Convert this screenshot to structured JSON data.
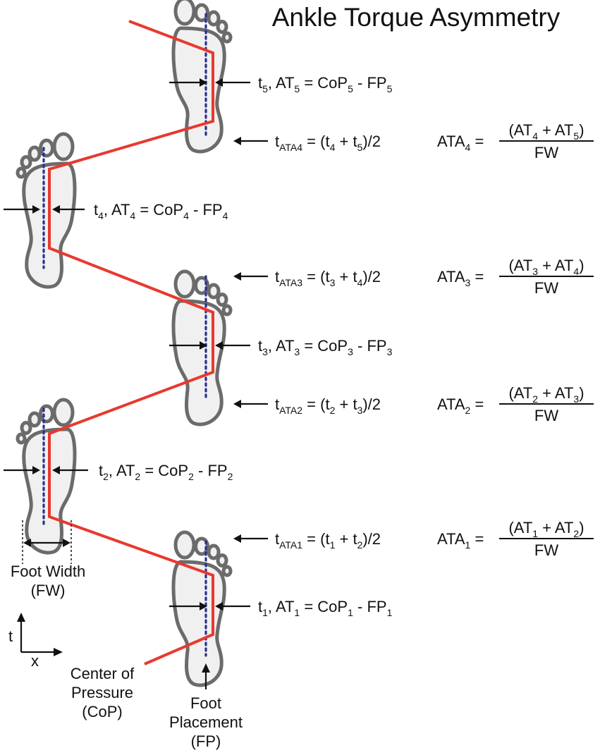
{
  "title": "Ankle Torque Asymmetry",
  "feet": [
    {
      "id": "1",
      "t": "t",
      "AT": "AT",
      "CoP": "CoP",
      "FP": "FP",
      "sub": "1",
      "pre": ", ",
      "eq": " = ",
      "minus": " - "
    },
    {
      "id": "2",
      "t": "t",
      "AT": "AT",
      "CoP": "CoP",
      "FP": "FP",
      "sub": "2",
      "pre": ", ",
      "eq": " = ",
      "minus": " - "
    },
    {
      "id": "3",
      "t": "t",
      "AT": "AT",
      "CoP": "CoP",
      "FP": "FP",
      "sub": "3",
      "pre": ", ",
      "eq": " = ",
      "minus": " - "
    },
    {
      "id": "4",
      "t": "t",
      "AT": "AT",
      "CoP": "CoP",
      "FP": "FP",
      "sub": "4",
      "pre": ", ",
      "eq": " = ",
      "minus": " - "
    },
    {
      "id": "5",
      "t": "t",
      "AT": "AT",
      "CoP": "CoP",
      "FP": "FP",
      "sub": "5",
      "pre": ", ",
      "eq": " = ",
      "minus": " - "
    }
  ],
  "ata": [
    {
      "t": "t",
      "sub": "ATA1",
      "rhs": " = (t",
      "a": "1",
      "plus": " + t",
      "b": "2",
      "end": ")/2",
      "name": "ATA",
      "nsub": "1",
      "eq": " =",
      "num_open": "(AT",
      "num_plus": " + AT",
      "num_close": ")",
      "den": "FW"
    },
    {
      "t": "t",
      "sub": "ATA2",
      "rhs": " = (t",
      "a": "2",
      "plus": " + t",
      "b": "3",
      "end": ")/2",
      "name": "ATA",
      "nsub": "2",
      "eq": " =",
      "num_open": "(AT",
      "num_plus": " + AT",
      "num_close": ")",
      "den": "FW"
    },
    {
      "t": "t",
      "sub": "ATA3",
      "rhs": " = (t",
      "a": "3",
      "plus": " + t",
      "b": "4",
      "end": ")/2",
      "name": "ATA",
      "nsub": "3",
      "eq": " =",
      "num_open": "(AT",
      "num_plus": " + AT",
      "num_close": ")",
      "den": "FW"
    },
    {
      "t": "t",
      "sub": "ATA4",
      "rhs": " = (t",
      "a": "4",
      "plus": " + t",
      "b": "5",
      "end": ")/2",
      "name": "ATA",
      "nsub": "4",
      "eq": " =",
      "num_open": "(AT",
      "num_plus": " + AT",
      "num_close": ")",
      "den": "FW"
    }
  ],
  "labels": {
    "foot_width_1": "Foot Width",
    "foot_width_2": "(FW)",
    "cop_1": "Center of",
    "cop_2": "Pressure",
    "cop_3": "(CoP)",
    "fp_1": "Foot",
    "fp_2": "Placement",
    "fp_3": "(FP)",
    "axis_t": "t",
    "axis_x": "x"
  },
  "colors": {
    "cop_line": "#e8392e",
    "foot_placement_line": "#2b2f8f",
    "foot_outline": "#6b6b6b",
    "foot_fill": "#f0f0f0"
  }
}
